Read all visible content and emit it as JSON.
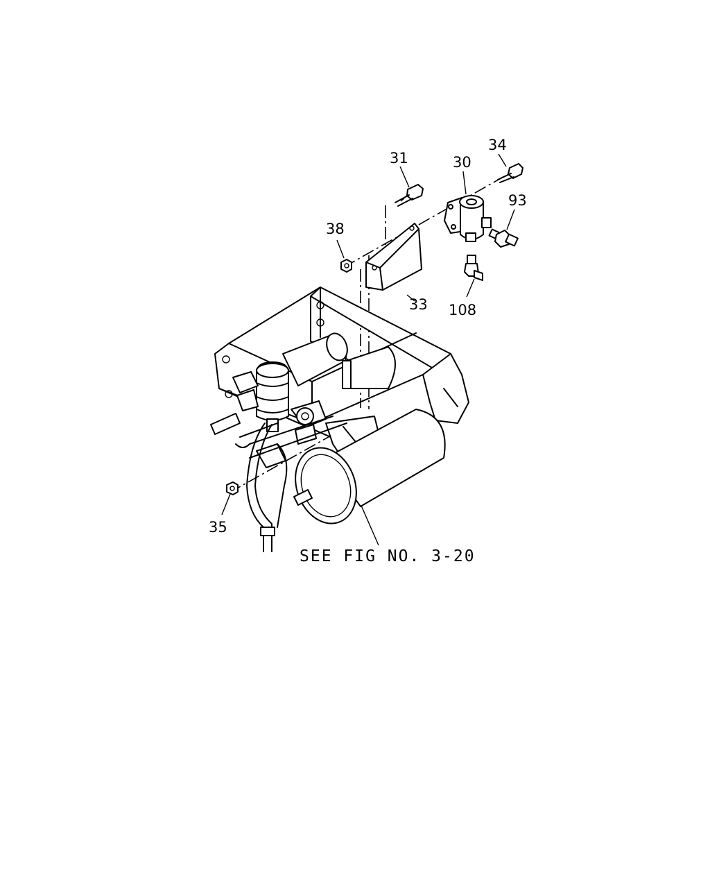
{
  "callouts": {
    "c31": "31",
    "c30": "30",
    "c34": "34",
    "c93": "93",
    "c38": "38",
    "c33": "33",
    "c108": "108",
    "c35": "35"
  },
  "reference_note": "SEE FIG NO. 3-20"
}
